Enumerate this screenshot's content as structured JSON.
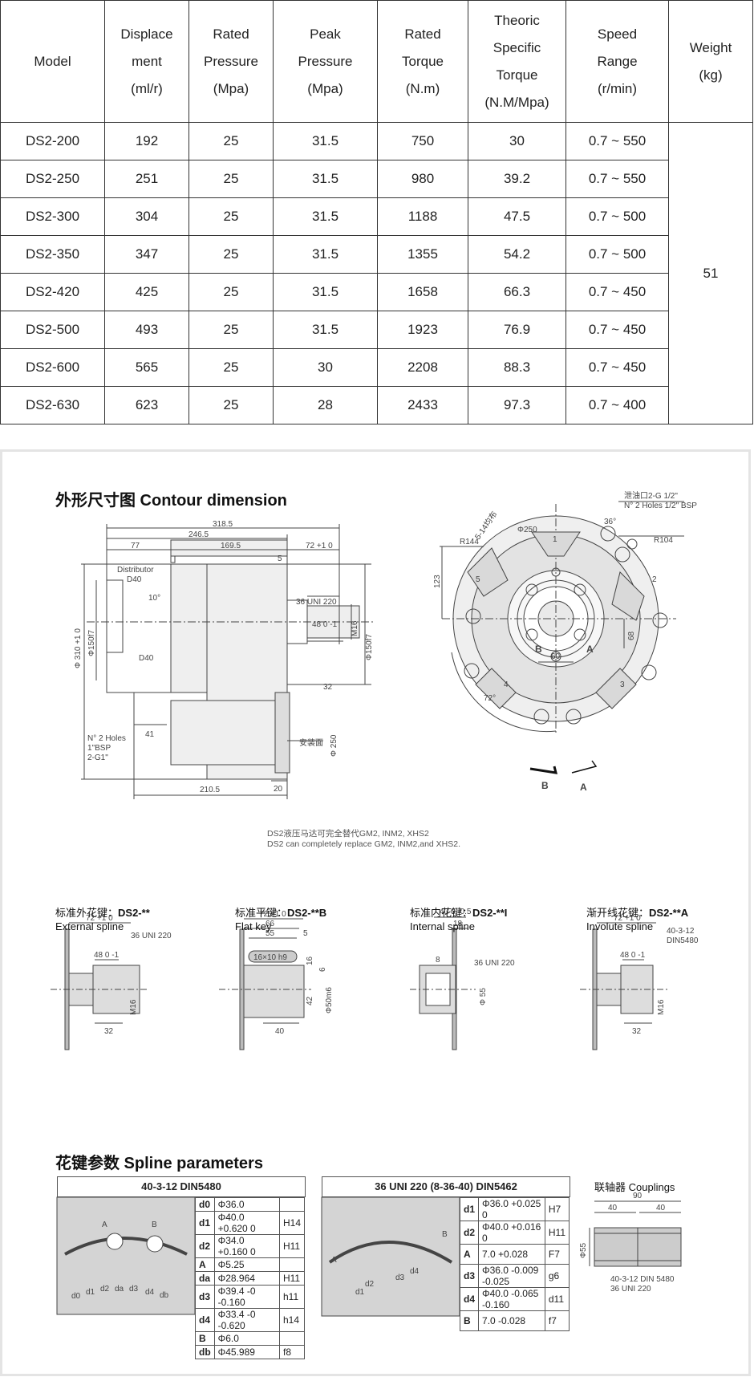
{
  "spec_table": {
    "headers": [
      [
        "Model"
      ],
      [
        "Displace",
        "ment",
        "(ml/r)"
      ],
      [
        "Rated",
        "Pressure",
        "(Mpa)"
      ],
      [
        "Peak",
        "Pressure",
        "(Mpa)"
      ],
      [
        "Rated",
        "Torque",
        "(N.m)"
      ],
      [
        "Theoric",
        "Specific",
        "Torque",
        "(N.M/Mpa)"
      ],
      [
        "Speed",
        "Range",
        "(r/min)"
      ],
      [
        "Weight",
        "(kg)"
      ]
    ],
    "rows": [
      [
        "DS2-200",
        "192",
        "25",
        "31.5",
        "750",
        "30",
        "0.7 ~ 550"
      ],
      [
        "DS2-250",
        "251",
        "25",
        "31.5",
        "980",
        "39.2",
        "0.7 ~ 550"
      ],
      [
        "DS2-300",
        "304",
        "25",
        "31.5",
        "1188",
        "47.5",
        "0.7 ~ 500"
      ],
      [
        "DS2-350",
        "347",
        "25",
        "31.5",
        "1355",
        "54.2",
        "0.7 ~ 500"
      ],
      [
        "DS2-420",
        "425",
        "25",
        "31.5",
        "1658",
        "66.3",
        "0.7 ~ 450"
      ],
      [
        "DS2-500",
        "493",
        "25",
        "31.5",
        "1923",
        "76.9",
        "0.7 ~ 450"
      ],
      [
        "DS2-600",
        "565",
        "25",
        "30",
        "2208",
        "88.3",
        "0.7 ~ 450"
      ],
      [
        "DS2-630",
        "623",
        "25",
        "28",
        "2433",
        "97.3",
        "0.7 ~ 400"
      ]
    ],
    "weight": "51"
  },
  "contour": {
    "title": "外形尺寸图  Contour dimension",
    "dims": {
      "d318": "318.5",
      "d246": "246.5",
      "d77": "77",
      "d169": "169.5",
      "d72": "72 +1 0",
      "d5": "5",
      "distributor": "Distributor",
      "d40": "D40",
      "ang10": "10°",
      "uni": "36 UNI 220",
      "d48": "48 0 -1",
      "m16": "M16",
      "d32": "32",
      "phi150a": "Φ150f7",
      "phi150b": "Φ150f7",
      "phi310": "Φ 310 +1 0",
      "holes": "N° 2 Holes",
      "bsp": "1\"BSP",
      "g1": "2-G1\"",
      "d41": "41",
      "mount": "安装面",
      "phi250": "Φ 250",
      "d20": "20",
      "d210": "210.5"
    },
    "front": {
      "drain": "泄油口2-G 1/2\"",
      "drain_en": "N° 2 Holes 1/2\" BSP",
      "ang36": "36°",
      "phi250": "Φ250",
      "holes5": "5-14均布",
      "r144": "R144",
      "r104": "R104",
      "d123": "123",
      "d68": "68",
      "d60": "60",
      "ang72": "72°",
      "portB": "B",
      "portA": "A",
      "n1": "1",
      "n2": "2",
      "n3": "3",
      "n4": "4",
      "n5": "5",
      "arrowB": "B",
      "arrowA": "A"
    },
    "note_cn": "DS2液压马达可完全替代GM2, INM2, XHS2",
    "note_en": "DS2 can completely replace GM2, INM2,and XHS2."
  },
  "variants": [
    {
      "cn": "标准外花键：",
      "code": "DS2-**",
      "en": "External spline"
    },
    {
      "cn": "标准平键：",
      "code": "DS2-**B",
      "en": "Flat key"
    },
    {
      "cn": "标准内花键：",
      "code": "DS2-**I",
      "en": "Internal spline"
    },
    {
      "cn": "渐开线花键：",
      "code": "DS2-**A",
      "en": "Involute spline"
    }
  ],
  "variant_dims": {
    "ext": {
      "d72": "72 +1 0",
      "uni": "36 UNI 220",
      "d48": "48 0 -1",
      "m16": "M16",
      "d32": "32"
    },
    "flat": {
      "d72": "72 +1 0",
      "d66": "66",
      "d55": "55",
      "d5": "5",
      "key": "16×10 h9",
      "d16": "16",
      "d6": "6",
      "d42": "42",
      "phi50": "Φ50m6",
      "d40": "40"
    },
    "int": {
      "d40": "40 0 -0.5",
      "d18": "18",
      "d8": "8",
      "uni": "36 UNI 220",
      "phi55": "Φ 55"
    },
    "inv": {
      "d72": "72 +1 0",
      "din": "40-3-12",
      "din2": "DIN5480",
      "d48": "48 0 -1",
      "m16": "M16",
      "d32": "32"
    }
  },
  "spline": {
    "title": "花键参数  Spline parameters",
    "table1": {
      "header": "40-3-12  DIN5480",
      "rows": [
        [
          "d0",
          "Φ36.0",
          ""
        ],
        [
          "d1",
          "Φ40.0 +0.620 0",
          "H14"
        ],
        [
          "d2",
          "Φ34.0 +0.160 0",
          "H11"
        ],
        [
          "A",
          "Φ5.25",
          ""
        ],
        [
          "da",
          "Φ28.964",
          "H11"
        ],
        [
          "d3",
          "Φ39.4 -0 -0.160",
          "h11"
        ],
        [
          "d4",
          "Φ33.4 -0 -0.620",
          "h14"
        ],
        [
          "B",
          "Φ6.0",
          ""
        ],
        [
          "db",
          "Φ45.989",
          "f8"
        ]
      ],
      "labels": {
        "A": "A",
        "B": "B",
        "d0": "d0",
        "d1": "d1",
        "d2": "d2",
        "da": "da",
        "d3": "d3",
        "d4": "d4",
        "db": "db"
      }
    },
    "table2": {
      "header": "36 UNI 220 (8-36-40) DIN5462",
      "rows": [
        [
          "d1",
          "Φ36.0 +0.025 0",
          "H7"
        ],
        [
          "d2",
          "Φ40.0 +0.016 0",
          "H11"
        ],
        [
          "A",
          "7.0  +0.028",
          "F7"
        ],
        [
          "d3",
          "Φ36.0 -0.009 -0.025",
          "g6"
        ],
        [
          "d4",
          "Φ40.0 -0.065 -0.160",
          "d11"
        ],
        [
          "B",
          "7.0  -0.028",
          "f7"
        ]
      ],
      "labels": {
        "A": "A",
        "B": "B",
        "d1": "d1",
        "d2": "d2",
        "d3": "d3",
        "d4": "d4"
      }
    },
    "coupling": {
      "title": "联轴器 Couplings",
      "d90": "90",
      "d40a": "40",
      "d40b": "40",
      "phi55": "Φ55",
      "l1": "40-3-12 DIN 5480",
      "l2": "36 UNI 220"
    }
  }
}
